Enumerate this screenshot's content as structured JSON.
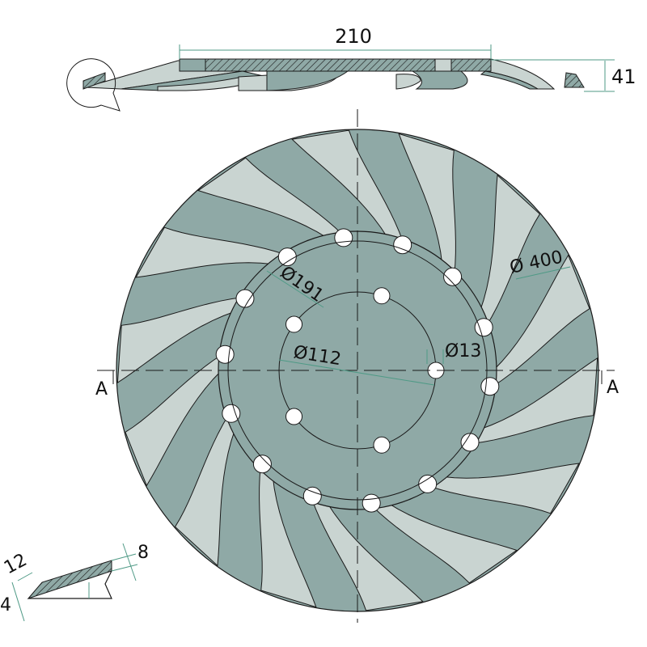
{
  "drawing": {
    "top_view": {
      "width_dim": "210",
      "height_dim": "41"
    },
    "main_view": {
      "outer_diameter": "Ø 400",
      "hub_diameter": "Ø191",
      "bolt_circle_diameter": "Ø112",
      "hole_diameter": "Ø13",
      "section_left": "A",
      "section_right": "A",
      "blade_count": 14,
      "bolt_hole_count": 5
    },
    "edge_detail": {
      "bevel_width": "12",
      "thickness": "8",
      "edge_thickness": "4"
    },
    "colors": {
      "dark": "#8fa9a6",
      "light": "#c9d4d1",
      "dim_line": "#4f9a86",
      "outline": "#1a1a1a"
    }
  }
}
